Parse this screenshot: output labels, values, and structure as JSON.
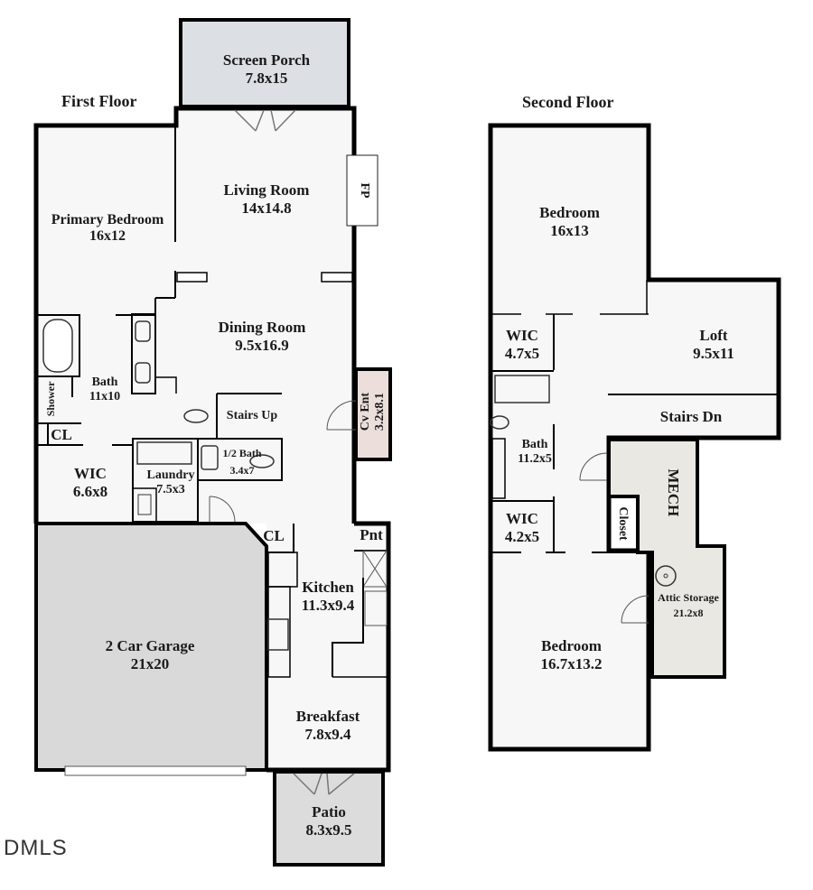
{
  "floors": {
    "first": {
      "title": "First Floor",
      "rooms": {
        "screen_porch": {
          "name": "Screen Porch",
          "size": "7.8x15"
        },
        "living_room": {
          "name": "Living Room",
          "size": "14x14.8"
        },
        "fireplace": {
          "name": "FP"
        },
        "primary_bedroom": {
          "name": "Primary Bedroom",
          "size": "16x12"
        },
        "dining_room": {
          "name": "Dining Room",
          "size": "9.5x16.9"
        },
        "bath": {
          "name": "Bath",
          "size": "11x10"
        },
        "shower": {
          "name": "Shower"
        },
        "closet": {
          "name": "CL"
        },
        "stairs_up": {
          "name": "Stairs Up"
        },
        "cv_ent": {
          "name": "Cv Ent",
          "size": "3.2x8.1"
        },
        "half_bath": {
          "name": "1/2 Bath",
          "size": "3.4x7"
        },
        "wic": {
          "name": "WIC",
          "size": "6.6x8"
        },
        "laundry": {
          "name": "Laundry",
          "size": "7.5x3"
        },
        "closet2": {
          "name": "CL"
        },
        "pantry": {
          "name": "Pnt"
        },
        "kitchen": {
          "name": "Kitchen",
          "size": "11.3x9.4"
        },
        "garage": {
          "name": "2 Car Garage",
          "size": "21x20"
        },
        "breakfast": {
          "name": "Breakfast",
          "size": "7.8x9.4"
        },
        "patio": {
          "name": "Patio",
          "size": "8.3x9.5"
        }
      }
    },
    "second": {
      "title": "Second Floor",
      "rooms": {
        "bedroom1": {
          "name": "Bedroom",
          "size": "16x13"
        },
        "wic1": {
          "name": "WIC",
          "size": "4.7x5"
        },
        "loft": {
          "name": "Loft",
          "size": "9.5x11"
        },
        "stairs_dn": {
          "name": "Stairs Dn"
        },
        "bath": {
          "name": "Bath",
          "size": "11.2x5"
        },
        "mech": {
          "name": "MECH"
        },
        "wic2": {
          "name": "WIC",
          "size": "4.2x5"
        },
        "closet": {
          "name": "Closet"
        },
        "attic": {
          "name": "Attic Storage",
          "size": "21.2x8"
        },
        "bedroom2": {
          "name": "Bedroom",
          "size": "16.7x13.2"
        }
      }
    }
  },
  "watermark": "DMLS",
  "colors": {
    "wall": "#000000",
    "interior": "#f7f7f7",
    "porch": "#dcdfe4",
    "garage": "#d9d9d9",
    "patio": "#dcdcdc",
    "cv_ent": "#ecdfdb",
    "mech": "#e9e8e2"
  }
}
